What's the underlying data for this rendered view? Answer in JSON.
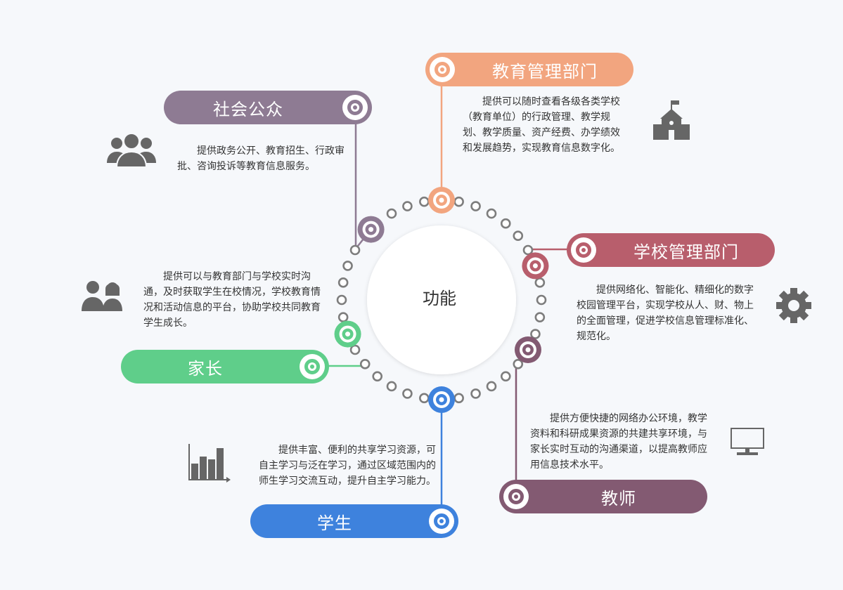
{
  "center": {
    "label": "功能"
  },
  "nodes": {
    "edu_admin": {
      "title": "教育管理部门",
      "color": "#f2a57f",
      "desc": "提供可以随时查看各级各类学校（教育单位）的行政管理、教学规划、教学质量、资产经费、办学绩效和发展趋势，实现教育信息数字化。"
    },
    "public": {
      "title": "社会公众",
      "color": "#8e7b93",
      "desc": "提供政务公开、教育招生、行政审批、咨询投诉等教育信息服务。"
    },
    "school_admin": {
      "title": "学校管理部门",
      "color": "#b85e6c",
      "desc": "提供网络化、智能化、精细化的数字校园管理平台，实现学校从人、财、物上的全面管理，促进学校信息管理标准化、规范化。"
    },
    "parent": {
      "title": "家长",
      "color": "#5fce8a",
      "desc": "提供可以与教育部门与学校实时沟通，及时获取学生在校情况，学校教育情况和活动信息的平台，协助学校共同教育学生成长。"
    },
    "teacher": {
      "title": "教师",
      "color": "#835a72",
      "desc": "提供方便快捷的网络办公环境，教学资料和科研成果资源的共建共享环境，与家长实时互动的沟通渠道，以提高教师应用信息技术水平。"
    },
    "student": {
      "title": "学生",
      "color": "#3e82dd",
      "desc": "提供丰富、便利的共享学习资源，可自主学习与泛在学习，通过区域范围内的师生学习交流互动，提升自主学习能力。"
    }
  },
  "icons": {
    "edu_admin": "school-building-icon",
    "public": "people-group-icon",
    "school_admin": "gear-icon",
    "parent": "parents-icon",
    "teacher": "monitor-icon",
    "student": "bar-chart-icon"
  },
  "colors": {
    "dots": "#7d7d7d",
    "icon": "#666666",
    "text": "#333333"
  }
}
